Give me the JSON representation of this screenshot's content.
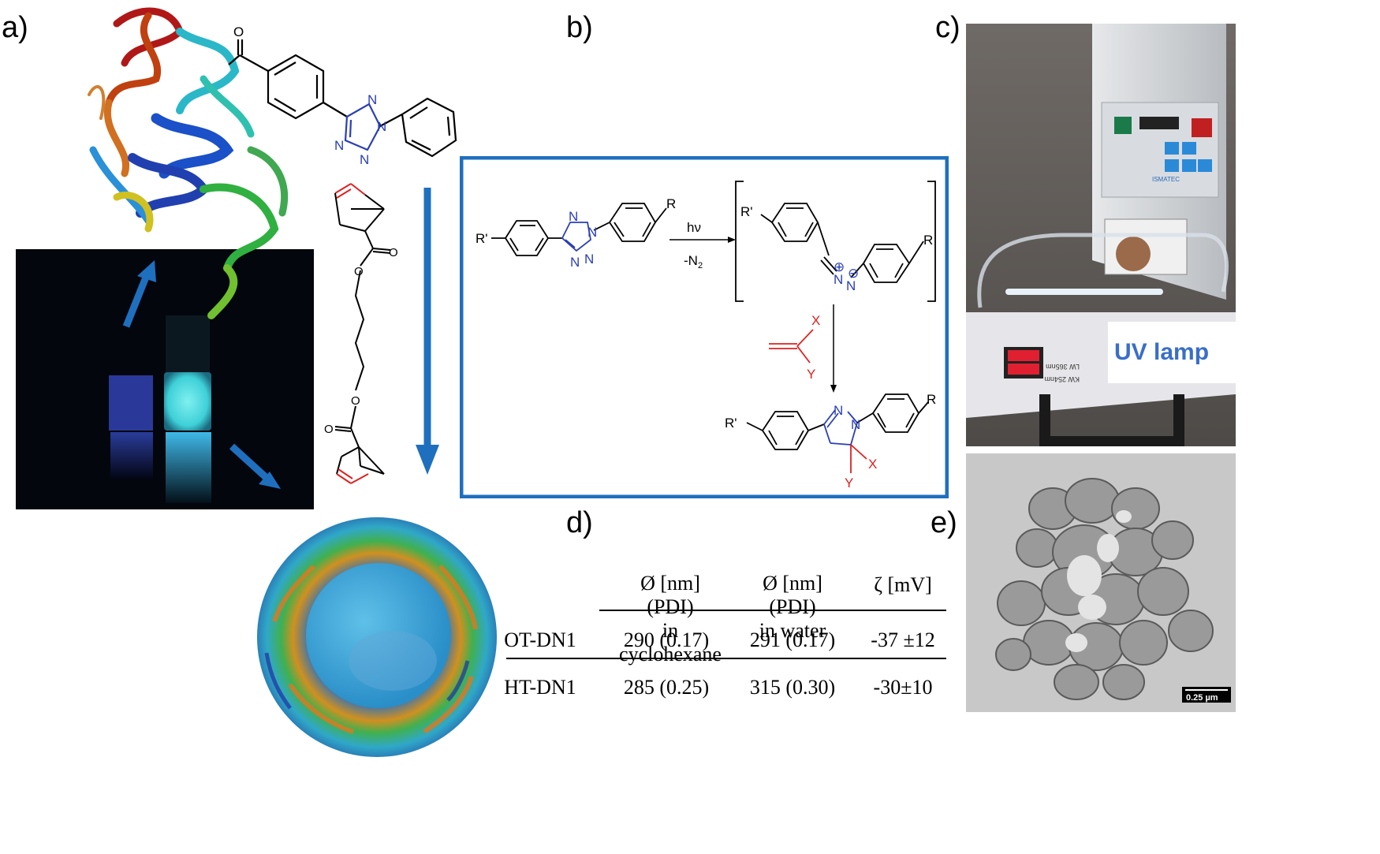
{
  "panels": {
    "a": "a)",
    "b": "b)",
    "c": "c)",
    "d": "d)",
    "e": "e)"
  },
  "scheme": {
    "reactant": {
      "r_prime": "R'",
      "r": "R",
      "tetrazole_n": [
        "N",
        "N",
        "N",
        "N"
      ]
    },
    "conditions": {
      "light": "hν",
      "loss": "-N",
      "loss_sub": "2"
    },
    "intermediate": {
      "r_prime": "R'",
      "r": "R",
      "n1": "N",
      "n2": "N",
      "plus": "⊕",
      "minus": "⊖"
    },
    "dipolarophile": {
      "x": "X",
      "y": "Y"
    },
    "product": {
      "r_prime": "R'",
      "r": "R",
      "n1": "N",
      "n2": "N",
      "x": "X",
      "y": "Y"
    }
  },
  "linker": {
    "carbonyl_o": "O",
    "ester_o1": "O",
    "ester_o2": "O",
    "ester_o3": "O",
    "ester_o4": "O"
  },
  "tetrazole_a": {
    "n": [
      "N",
      "N",
      "N",
      "N"
    ]
  },
  "photo_c": {
    "lamp_label": "UV lamp",
    "brand": "ISMATEC",
    "switch_text": "LW 365nm",
    "switch_text2": "KW 254nm"
  },
  "tem_e": {
    "scale_bar": "0.25 µm"
  },
  "table": {
    "headers": [
      [
        "Ø [nm]",
        "(PDI)",
        "in",
        "cyclohexane"
      ],
      [
        "Ø [nm]",
        "(PDI)",
        "in water"
      ],
      [
        "ζ [mV]"
      ]
    ],
    "rows": [
      {
        "name": "OT-DN1",
        "cyclohexane": "290 (0.17)",
        "water": "291 (0.17)",
        "zeta": "-37 ±12"
      },
      {
        "name": "HT-DN1",
        "cyclohexane": "285 (0.25)",
        "water": "315 (0.30)",
        "zeta": "-30±10"
      }
    ]
  },
  "colors": {
    "arrow_blue": "#1f6fbf",
    "frame_blue": "#1f6fbf",
    "chem_blue": "#2b3fb5",
    "chem_red": "#e02020"
  }
}
